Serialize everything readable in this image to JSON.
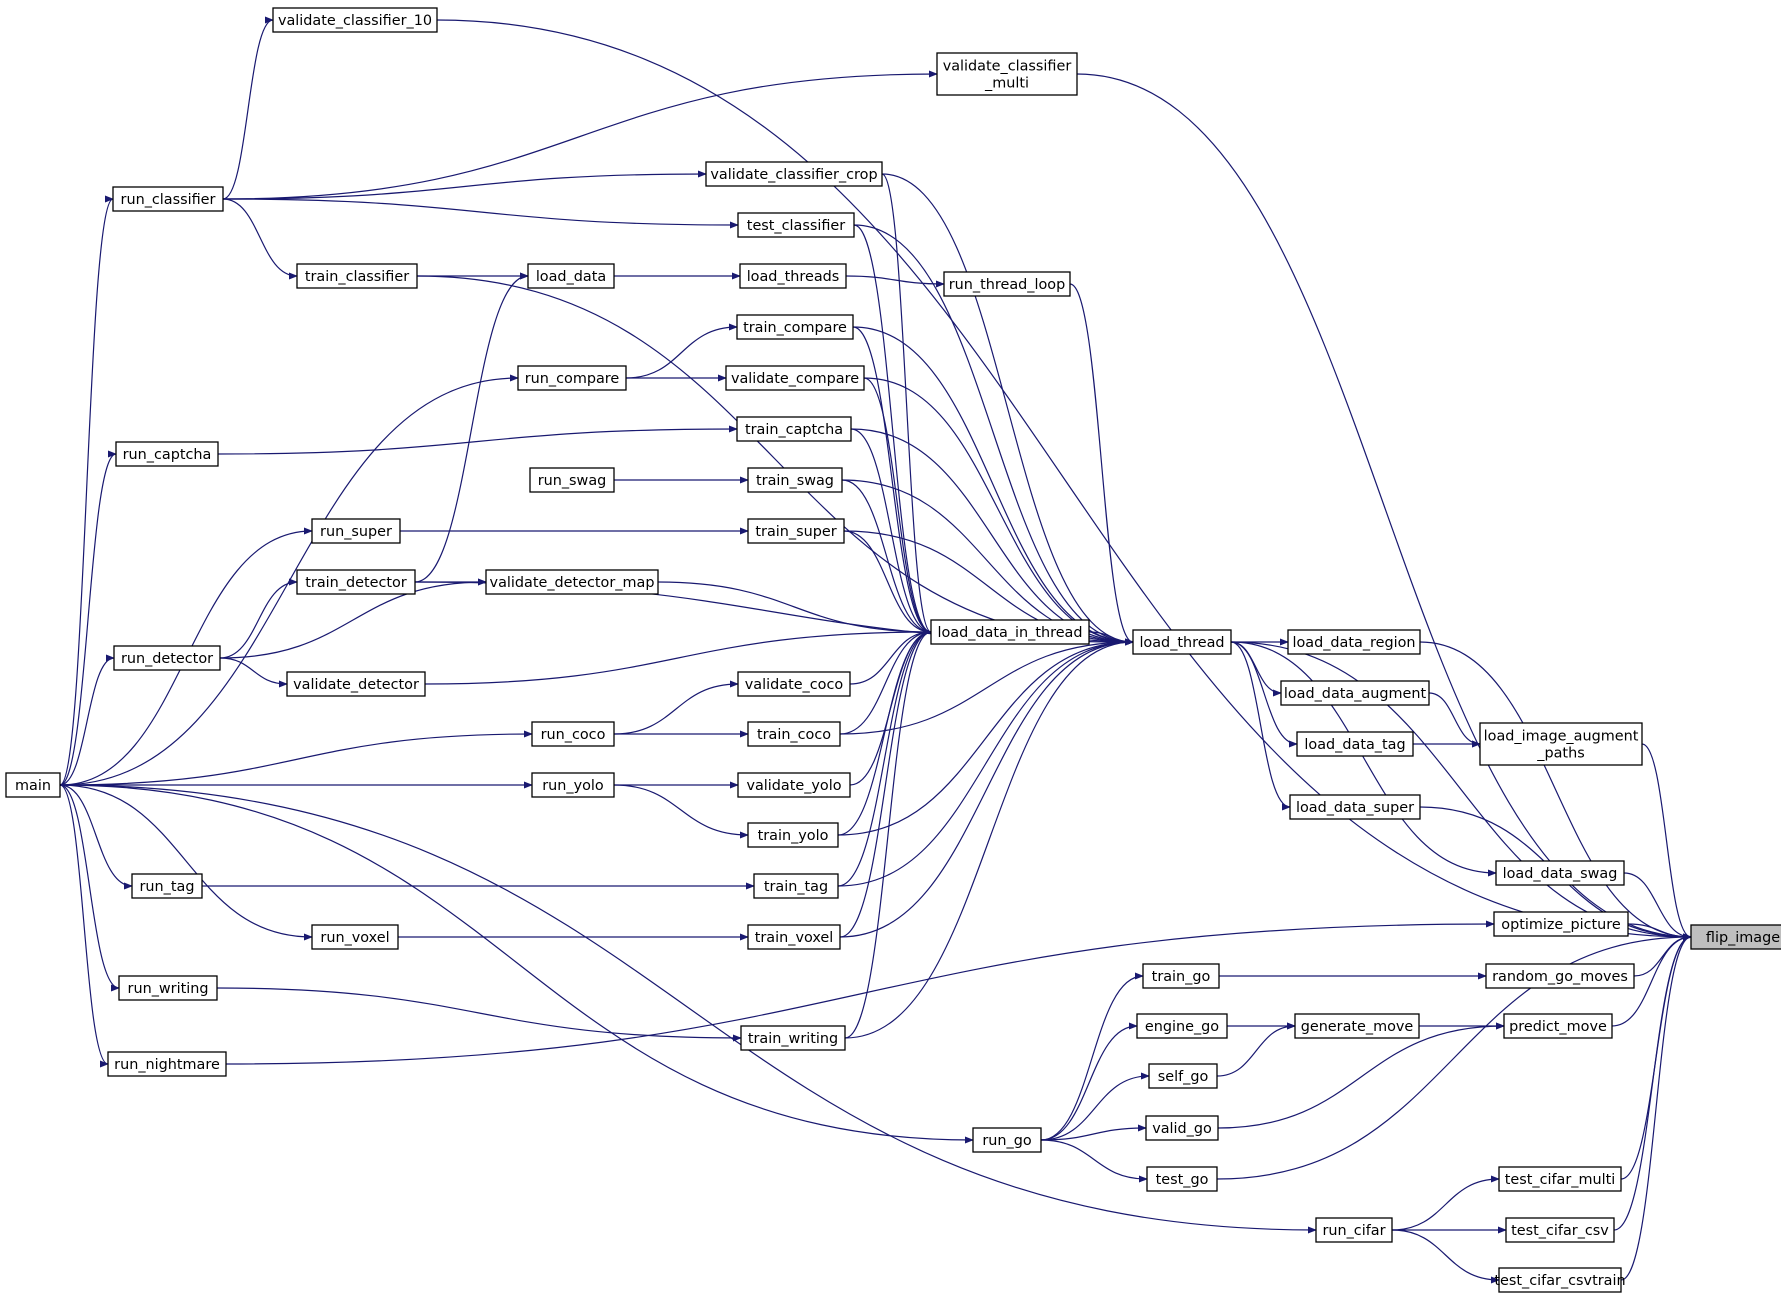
{
  "graph": {
    "edge_color": "#191970",
    "node_fill": "#ffffff",
    "highlight_fill": "#bfbfbf",
    "nodes": [
      {
        "id": "flip_image",
        "lines": [
          "flip_image"
        ],
        "highlight": true
      },
      {
        "id": "validate_classifier_10",
        "lines": [
          "validate_classifier_10"
        ]
      },
      {
        "id": "validate_classifier_multi",
        "lines": [
          "validate_classifier",
          "_multi"
        ]
      },
      {
        "id": "validate_classifier_crop",
        "lines": [
          "validate_classifier_crop"
        ]
      },
      {
        "id": "run_classifier",
        "lines": [
          "run_classifier"
        ]
      },
      {
        "id": "test_classifier",
        "lines": [
          "test_classifier"
        ]
      },
      {
        "id": "train_classifier",
        "lines": [
          "train_classifier"
        ]
      },
      {
        "id": "load_data",
        "lines": [
          "load_data"
        ]
      },
      {
        "id": "load_threads",
        "lines": [
          "load_threads"
        ]
      },
      {
        "id": "run_thread_loop",
        "lines": [
          "run_thread_loop"
        ]
      },
      {
        "id": "train_compare",
        "lines": [
          "train_compare"
        ]
      },
      {
        "id": "run_compare",
        "lines": [
          "run_compare"
        ]
      },
      {
        "id": "validate_compare",
        "lines": [
          "validate_compare"
        ]
      },
      {
        "id": "run_captcha",
        "lines": [
          "run_captcha"
        ]
      },
      {
        "id": "train_captcha",
        "lines": [
          "train_captcha"
        ]
      },
      {
        "id": "run_swag",
        "lines": [
          "run_swag"
        ]
      },
      {
        "id": "train_swag",
        "lines": [
          "train_swag"
        ]
      },
      {
        "id": "run_super",
        "lines": [
          "run_super"
        ]
      },
      {
        "id": "train_super",
        "lines": [
          "train_super"
        ]
      },
      {
        "id": "train_detector",
        "lines": [
          "train_detector"
        ]
      },
      {
        "id": "validate_detector_map",
        "lines": [
          "validate_detector_map"
        ]
      },
      {
        "id": "load_data_in_thread",
        "lines": [
          "load_data_in_thread"
        ]
      },
      {
        "id": "load_thread",
        "lines": [
          "load_thread"
        ]
      },
      {
        "id": "load_data_region",
        "lines": [
          "load_data_region"
        ]
      },
      {
        "id": "run_detector",
        "lines": [
          "run_detector"
        ]
      },
      {
        "id": "validate_detector",
        "lines": [
          "validate_detector"
        ]
      },
      {
        "id": "validate_coco",
        "lines": [
          "validate_coco"
        ]
      },
      {
        "id": "load_data_augment",
        "lines": [
          "load_data_augment"
        ]
      },
      {
        "id": "load_image_augment_paths",
        "lines": [
          "load_image_augment",
          "_paths"
        ]
      },
      {
        "id": "run_coco",
        "lines": [
          "run_coco"
        ]
      },
      {
        "id": "train_coco",
        "lines": [
          "train_coco"
        ]
      },
      {
        "id": "load_data_tag",
        "lines": [
          "load_data_tag"
        ]
      },
      {
        "id": "main",
        "lines": [
          "main"
        ]
      },
      {
        "id": "run_yolo",
        "lines": [
          "run_yolo"
        ]
      },
      {
        "id": "validate_yolo",
        "lines": [
          "validate_yolo"
        ]
      },
      {
        "id": "load_data_super",
        "lines": [
          "load_data_super"
        ]
      },
      {
        "id": "train_yolo",
        "lines": [
          "train_yolo"
        ]
      },
      {
        "id": "load_data_swag",
        "lines": [
          "load_data_swag"
        ]
      },
      {
        "id": "run_tag",
        "lines": [
          "run_tag"
        ]
      },
      {
        "id": "train_tag",
        "lines": [
          "train_tag"
        ]
      },
      {
        "id": "optimize_picture",
        "lines": [
          "optimize_picture"
        ]
      },
      {
        "id": "run_voxel",
        "lines": [
          "run_voxel"
        ]
      },
      {
        "id": "train_voxel",
        "lines": [
          "train_voxel"
        ]
      },
      {
        "id": "train_go",
        "lines": [
          "train_go"
        ]
      },
      {
        "id": "random_go_moves",
        "lines": [
          "random_go_moves"
        ]
      },
      {
        "id": "run_writing",
        "lines": [
          "run_writing"
        ]
      },
      {
        "id": "engine_go",
        "lines": [
          "engine_go"
        ]
      },
      {
        "id": "generate_move",
        "lines": [
          "generate_move"
        ]
      },
      {
        "id": "predict_move",
        "lines": [
          "predict_move"
        ]
      },
      {
        "id": "train_writing",
        "lines": [
          "train_writing"
        ]
      },
      {
        "id": "run_nightmare",
        "lines": [
          "run_nightmare"
        ]
      },
      {
        "id": "self_go",
        "lines": [
          "self_go"
        ]
      },
      {
        "id": "valid_go",
        "lines": [
          "valid_go"
        ]
      },
      {
        "id": "run_go",
        "lines": [
          "run_go"
        ]
      },
      {
        "id": "test_go",
        "lines": [
          "test_go"
        ]
      },
      {
        "id": "test_cifar_multi",
        "lines": [
          "test_cifar_multi"
        ]
      },
      {
        "id": "run_cifar",
        "lines": [
          "run_cifar"
        ]
      },
      {
        "id": "test_cifar_csv",
        "lines": [
          "test_cifar_csv"
        ]
      },
      {
        "id": "test_cifar_csvtrain",
        "lines": [
          "test_cifar_csvtrain"
        ]
      }
    ],
    "edges": [
      [
        "validate_classifier_10",
        "flip_image"
      ],
      [
        "validate_classifier_multi",
        "flip_image"
      ],
      [
        "load_thread",
        "flip_image"
      ],
      [
        "load_data_region",
        "flip_image"
      ],
      [
        "load_image_augment_paths",
        "flip_image"
      ],
      [
        "load_data_super",
        "flip_image"
      ],
      [
        "load_data_swag",
        "flip_image"
      ],
      [
        "optimize_picture",
        "flip_image"
      ],
      [
        "random_go_moves",
        "flip_image"
      ],
      [
        "predict_move",
        "flip_image"
      ],
      [
        "test_go",
        "flip_image"
      ],
      [
        "test_cifar_multi",
        "flip_image"
      ],
      [
        "test_cifar_csv",
        "flip_image"
      ],
      [
        "test_cifar_csvtrain",
        "flip_image"
      ],
      [
        "run_classifier",
        "validate_classifier_10"
      ],
      [
        "run_classifier",
        "validate_classifier_multi"
      ],
      [
        "run_classifier",
        "validate_classifier_crop"
      ],
      [
        "run_classifier",
        "test_classifier"
      ],
      [
        "run_classifier",
        "train_classifier"
      ],
      [
        "main",
        "run_classifier"
      ],
      [
        "validate_classifier_crop",
        "load_data_in_thread"
      ],
      [
        "validate_classifier_crop",
        "load_thread"
      ],
      [
        "test_classifier",
        "load_data_in_thread"
      ],
      [
        "test_classifier",
        "load_thread"
      ],
      [
        "train_classifier",
        "load_data"
      ],
      [
        "train_classifier",
        "load_thread"
      ],
      [
        "train_detector",
        "load_data"
      ],
      [
        "load_data",
        "load_threads"
      ],
      [
        "load_threads",
        "run_thread_loop"
      ],
      [
        "run_thread_loop",
        "load_thread"
      ],
      [
        "run_compare",
        "train_compare"
      ],
      [
        "run_compare",
        "validate_compare"
      ],
      [
        "main",
        "run_compare"
      ],
      [
        "train_compare",
        "load_data_in_thread"
      ],
      [
        "train_compare",
        "load_thread"
      ],
      [
        "validate_compare",
        "load_data_in_thread"
      ],
      [
        "validate_compare",
        "load_thread"
      ],
      [
        "run_captcha",
        "train_captcha"
      ],
      [
        "main",
        "run_captcha"
      ],
      [
        "train_captcha",
        "load_data_in_thread"
      ],
      [
        "train_captcha",
        "load_thread"
      ],
      [
        "run_swag",
        "train_swag"
      ],
      [
        "train_swag",
        "load_data_in_thread"
      ],
      [
        "train_swag",
        "load_thread"
      ],
      [
        "run_super",
        "train_super"
      ],
      [
        "main",
        "run_super"
      ],
      [
        "train_super",
        "load_data_in_thread"
      ],
      [
        "train_super",
        "load_thread"
      ],
      [
        "train_detector",
        "validate_detector_map"
      ],
      [
        "train_detector",
        "load_thread"
      ],
      [
        "run_detector",
        "train_detector"
      ],
      [
        "run_detector",
        "validate_detector_map"
      ],
      [
        "run_detector",
        "validate_detector"
      ],
      [
        "main",
        "run_detector"
      ],
      [
        "validate_detector_map",
        "load_data_in_thread"
      ],
      [
        "validate_detector",
        "load_data_in_thread"
      ],
      [
        "load_data_in_thread",
        "load_thread"
      ],
      [
        "load_thread",
        "load_data_region"
      ],
      [
        "load_thread",
        "load_data_augment"
      ],
      [
        "load_thread",
        "load_data_tag"
      ],
      [
        "load_thread",
        "load_data_super"
      ],
      [
        "load_thread",
        "load_data_swag"
      ],
      [
        "load_data_augment",
        "load_image_augment_paths"
      ],
      [
        "load_data_tag",
        "load_image_augment_paths"
      ],
      [
        "run_coco",
        "validate_coco"
      ],
      [
        "run_coco",
        "train_coco"
      ],
      [
        "main",
        "run_coco"
      ],
      [
        "validate_coco",
        "load_data_in_thread"
      ],
      [
        "train_coco",
        "load_data_in_thread"
      ],
      [
        "train_coco",
        "load_thread"
      ],
      [
        "run_yolo",
        "validate_yolo"
      ],
      [
        "run_yolo",
        "train_yolo"
      ],
      [
        "main",
        "run_yolo"
      ],
      [
        "validate_yolo",
        "load_data_in_thread"
      ],
      [
        "train_yolo",
        "load_data_in_thread"
      ],
      [
        "train_yolo",
        "load_thread"
      ],
      [
        "main",
        "run_tag"
      ],
      [
        "run_tag",
        "train_tag"
      ],
      [
        "train_tag",
        "load_data_in_thread"
      ],
      [
        "train_tag",
        "load_thread"
      ],
      [
        "main",
        "run_voxel"
      ],
      [
        "run_voxel",
        "train_voxel"
      ],
      [
        "train_voxel",
        "load_data_in_thread"
      ],
      [
        "train_voxel",
        "load_thread"
      ],
      [
        "main",
        "run_writing"
      ],
      [
        "run_writing",
        "train_writing"
      ],
      [
        "train_writing",
        "load_data_in_thread"
      ],
      [
        "train_writing",
        "load_thread"
      ],
      [
        "main",
        "run_nightmare"
      ],
      [
        "run_nightmare",
        "optimize_picture"
      ],
      [
        "main",
        "run_go"
      ],
      [
        "run_go",
        "train_go"
      ],
      [
        "run_go",
        "engine_go"
      ],
      [
        "run_go",
        "self_go"
      ],
      [
        "run_go",
        "valid_go"
      ],
      [
        "run_go",
        "test_go"
      ],
      [
        "train_go",
        "random_go_moves"
      ],
      [
        "engine_go",
        "generate_move"
      ],
      [
        "self_go",
        "generate_move"
      ],
      [
        "generate_move",
        "predict_move"
      ],
      [
        "valid_go",
        "predict_move"
      ],
      [
        "main",
        "run_cifar"
      ],
      [
        "run_cifar",
        "test_cifar_multi"
      ],
      [
        "run_cifar",
        "test_cifar_csv"
      ],
      [
        "run_cifar",
        "test_cifar_csvtrain"
      ]
    ]
  }
}
